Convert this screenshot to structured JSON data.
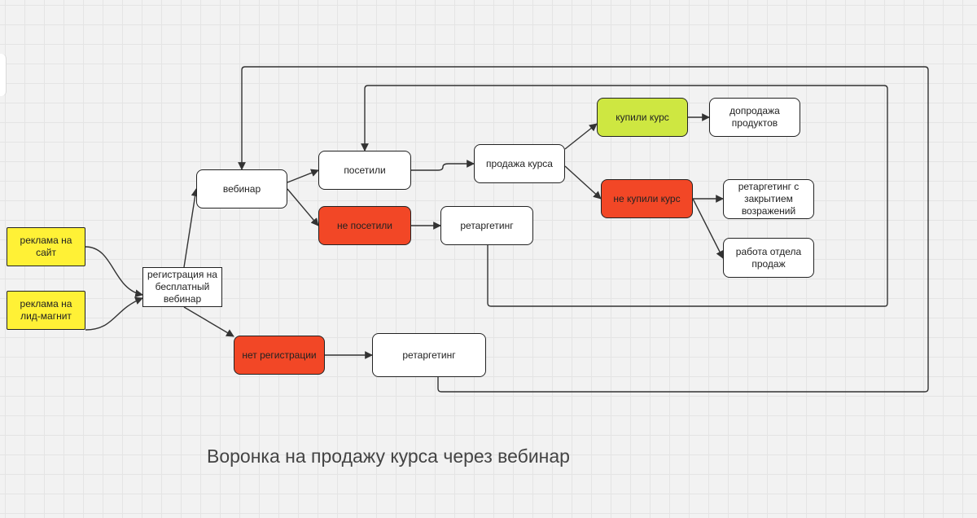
{
  "caption": "Воронка на продажу курса через вебинар",
  "colors": {
    "yellow": "#fff136",
    "red": "#f24726",
    "lime": "#cee741",
    "white": "#ffffff",
    "line": "#333333"
  },
  "nodes": {
    "ad_site": "реклама на сайт",
    "ad_leadmagnet": "реклама на лид-магнит",
    "registration": "регистрация на бесплатный вебинар",
    "webinar": "вебинар",
    "no_registration": "нет регистрации",
    "retargeting_noreg": "ретаргетинг",
    "attended": "посетили",
    "not_attended": "не посетили",
    "retargeting_noattend": "ретаргетинг",
    "course_sale": "продажа курса",
    "bought": "купили курс",
    "upsell": "допродажа продуктов",
    "not_bought": "не купили курс",
    "retargeting_objections": "ретаргетинг с закрытием возражений",
    "sales_team": "работа отдела продаж"
  },
  "edges": [
    [
      "ad_site",
      "registration"
    ],
    [
      "ad_leadmagnet",
      "registration"
    ],
    [
      "registration",
      "webinar"
    ],
    [
      "registration",
      "no_registration"
    ],
    [
      "no_registration",
      "retargeting_noreg"
    ],
    [
      "webinar",
      "attended"
    ],
    [
      "webinar",
      "not_attended"
    ],
    [
      "not_attended",
      "retargeting_noattend"
    ],
    [
      "attended",
      "course_sale"
    ],
    [
      "course_sale",
      "bought"
    ],
    [
      "course_sale",
      "not_bought"
    ],
    [
      "bought",
      "upsell"
    ],
    [
      "not_bought",
      "retargeting_objections"
    ],
    [
      "not_bought",
      "sales_team"
    ],
    [
      "retargeting_noattend",
      "attended"
    ],
    [
      "retargeting_noreg",
      "webinar"
    ]
  ]
}
